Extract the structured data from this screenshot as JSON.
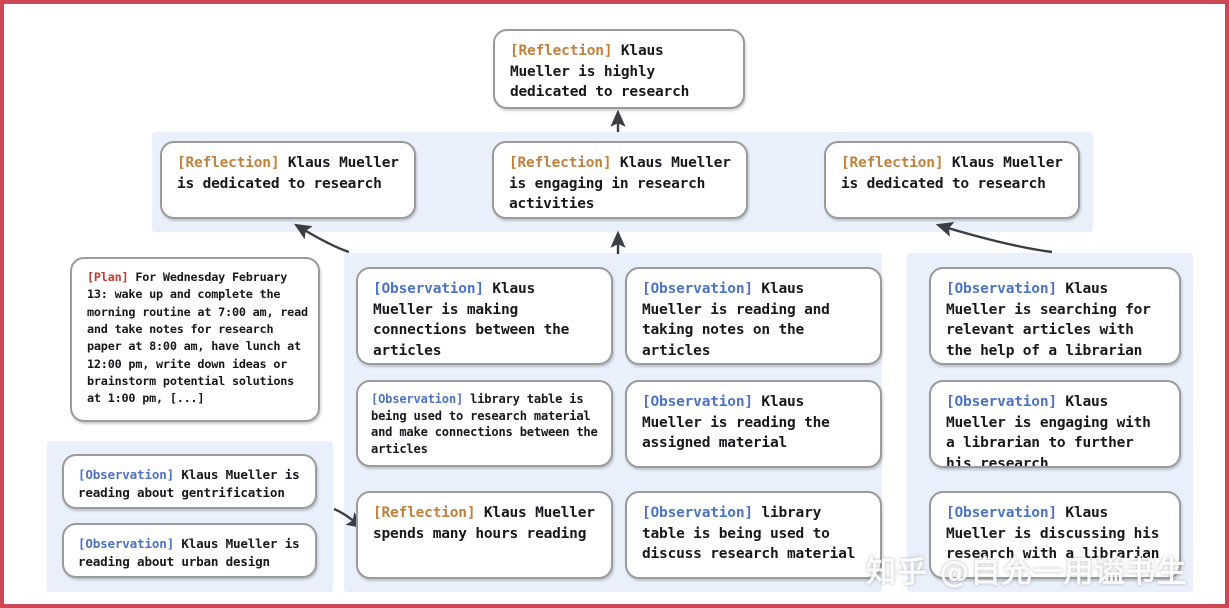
{
  "figure": {
    "border_color": "#cf4655",
    "panel_color": "#e9f0fb",
    "node_border_color": "#9b9b9b",
    "tag_colors": {
      "reflection": "#c0813c",
      "observation": "#4d73c4",
      "plan": "#c0392f"
    }
  },
  "tags": {
    "reflection": "[Reflection]",
    "observation": "[Observation]",
    "plan": "[Plan]"
  },
  "top": {
    "node": {
      "tag": "[Reflection]",
      "text": " Klaus Mueller is highly dedicated to research"
    }
  },
  "reflection_row": [
    {
      "tag": "[Reflection]",
      "text": " Klaus Mueller is dedicated to research"
    },
    {
      "tag": "[Reflection]",
      "text": " Klaus Mueller is engaging in research activities"
    },
    {
      "tag": "[Reflection]",
      "text": " Klaus Mueller is dedicated to research"
    }
  ],
  "plan_node": {
    "tag": "[Plan]",
    "text": " For Wednesday February 13: wake up and complete the morning routine at 7:00 am, read and take notes for research paper at 8:00 am, have lunch at 12:00 pm, write down ideas or brainstorm potential solutions at 1:00 pm, [...]"
  },
  "left_panel_nodes": [
    {
      "tag": "[Observation]",
      "text": " Klaus Mueller is reading about gentrification"
    },
    {
      "tag": "[Observation]",
      "text": " Klaus Mueller is reading about urban design"
    }
  ],
  "column_a": [
    {
      "tag": "[Observation]",
      "text": " Klaus Mueller is making connections between the articles",
      "size": "normal"
    },
    {
      "tag": "[Observation]",
      "text": " library table is being used to research material and make connections between the articles",
      "size": "small"
    },
    {
      "tag": "[Reflection]",
      "text": " Klaus Mueller spends many hours reading",
      "size": "normal"
    }
  ],
  "column_b": [
    {
      "tag": "[Observation]",
      "text": " Klaus Mueller is reading and taking notes on the articles",
      "size": "normal"
    },
    {
      "tag": "[Observation]",
      "text": " Klaus Mueller is reading the assigned material",
      "size": "normal"
    },
    {
      "tag": "[Observation]",
      "text": " library table is being used to discuss research material",
      "size": "normal"
    }
  ],
  "column_c": [
    {
      "tag": "[Observation]",
      "text": " Klaus Mueller is searching for relevant articles with the help of a librarian",
      "size": "normal"
    },
    {
      "tag": "[Observation]",
      "text": " Klaus Mueller is engaging with a librarian to further his research",
      "size": "normal"
    },
    {
      "tag": "[Observation]",
      "text": " Klaus Mueller is discussing his research with a librarian",
      "size": "normal"
    }
  ],
  "watermark": "知乎 @自允一用谥书生"
}
